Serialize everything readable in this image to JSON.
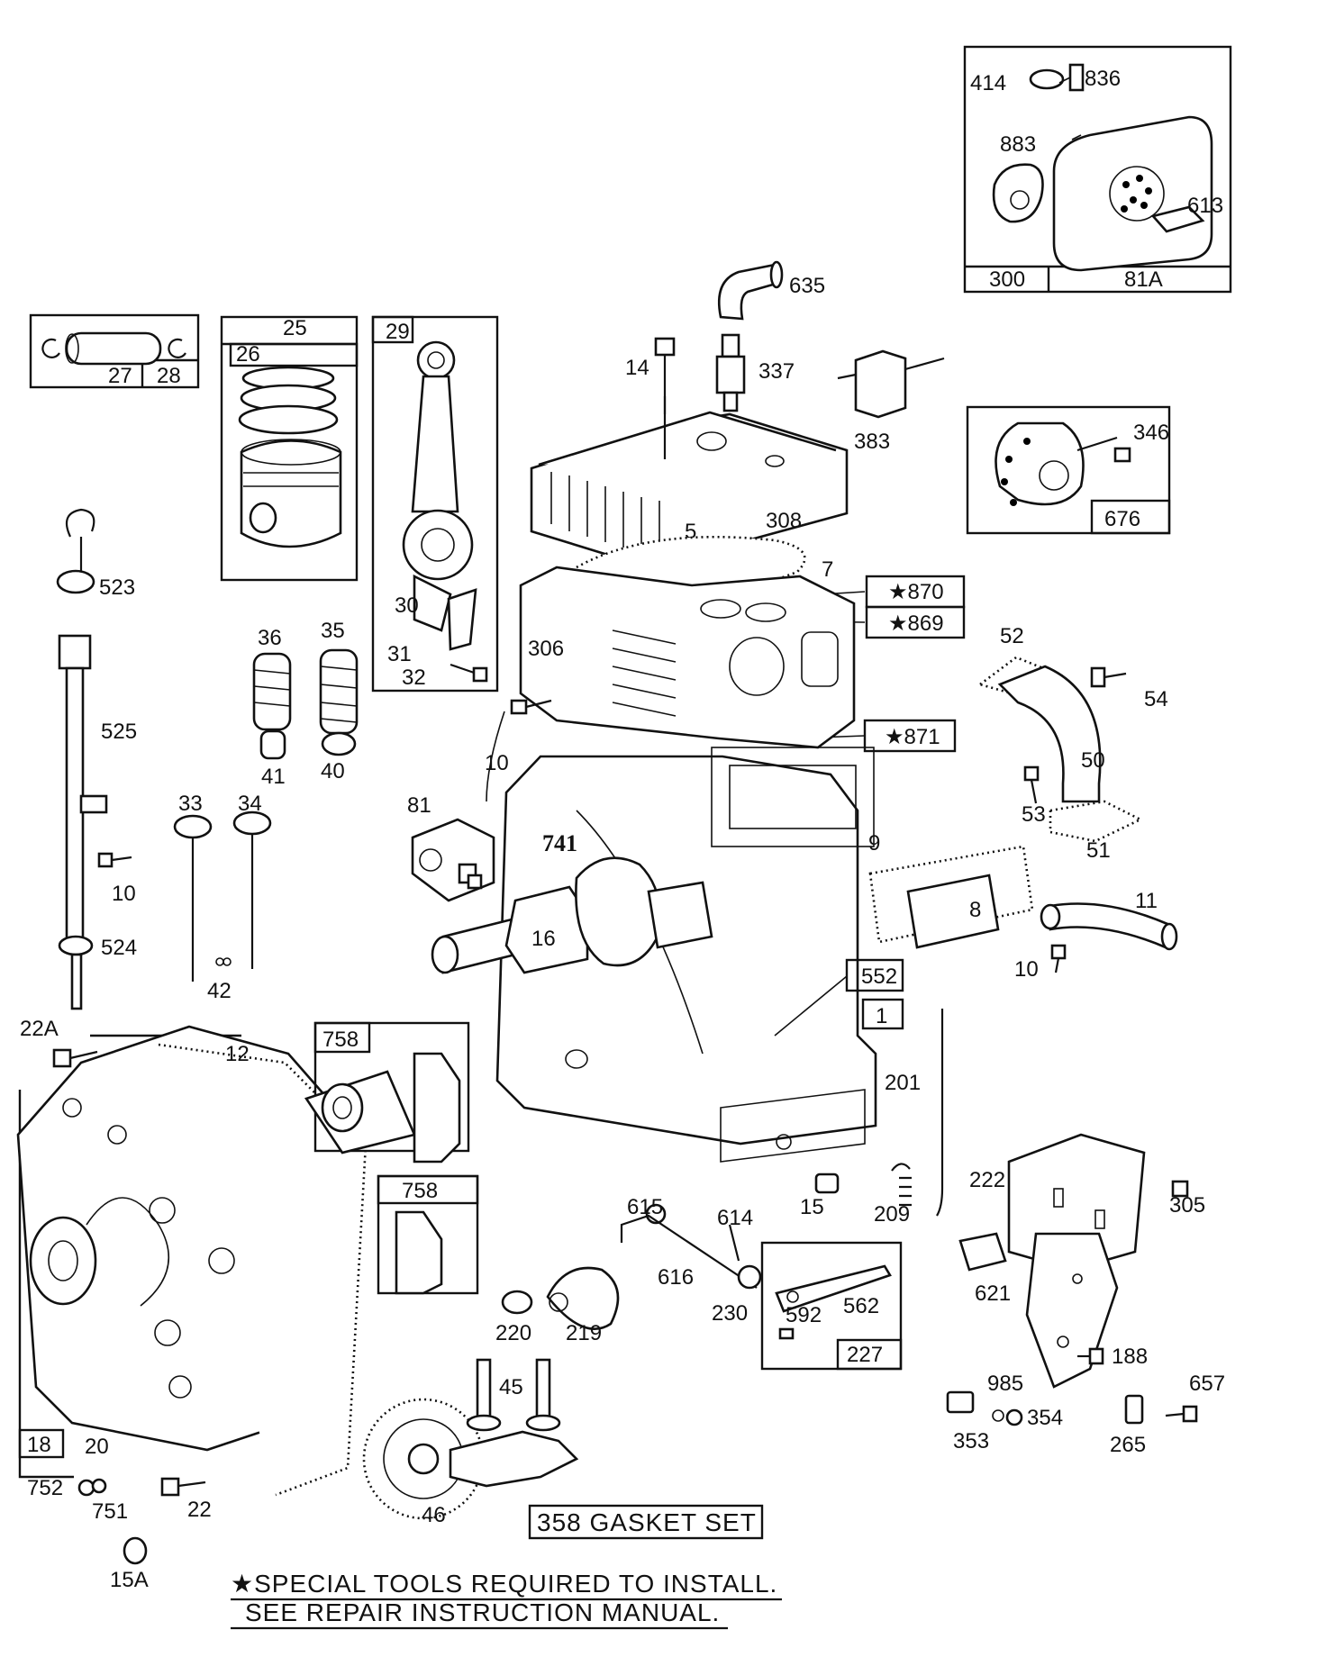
{
  "parts": {
    "p414": "414",
    "p836": "836",
    "p883": "883",
    "p613": "613",
    "p300": "300",
    "p81A": "81A",
    "p635": "635",
    "p14": "14",
    "p337": "337",
    "p383": "383",
    "p346": "346",
    "p676": "676",
    "p25": "25",
    "p26": "26",
    "p27": "27",
    "p28": "28",
    "p29": "29",
    "p30": "30",
    "p31": "31",
    "p32": "32",
    "p5": "5",
    "p308": "308",
    "p7": "7",
    "p870": "★870",
    "p869": "★869",
    "p871": "★871",
    "p306": "306",
    "p523": "523",
    "p525": "525",
    "p524": "524",
    "p36": "36",
    "p35": "35",
    "p41": "41",
    "p40": "40",
    "p33": "33",
    "p34": "34",
    "p42": "42",
    "p10a": "10",
    "p10b": "10",
    "p10c": "10",
    "p81": "81",
    "p741": "741",
    "p16": "16",
    "p52": "52",
    "p54": "54",
    "p50": "50",
    "p53": "53",
    "p51": "51",
    "p9": "9",
    "p8": "8",
    "p11": "11",
    "p552": "552",
    "p1": "1",
    "p201": "201",
    "p22A": "22A",
    "p12": "12",
    "p758a": "758",
    "p758b": "758",
    "p18": "18",
    "p20": "20",
    "p752": "752",
    "p751": "751",
    "p22": "22",
    "p15A": "15A",
    "p46": "46",
    "p45": "45",
    "p615": "615",
    "p614": "614",
    "p616": "616",
    "p230": "230",
    "p220": "220",
    "p219": "219",
    "p15": "15",
    "p209": "209",
    "p562": "562",
    "p592": "592",
    "p227": "227",
    "p222": "222",
    "p305": "305",
    "p621": "621",
    "p188": "188",
    "p985": "985",
    "p353": "353",
    "p354": "354",
    "p657": "657",
    "p265": "265"
  },
  "gasket_set": "358  GASKET SET",
  "notes": {
    "line1": "★SPECIAL TOOLS REQUIRED TO INSTALL.",
    "line2": "SEE REPAIR INSTRUCTION MANUAL."
  }
}
